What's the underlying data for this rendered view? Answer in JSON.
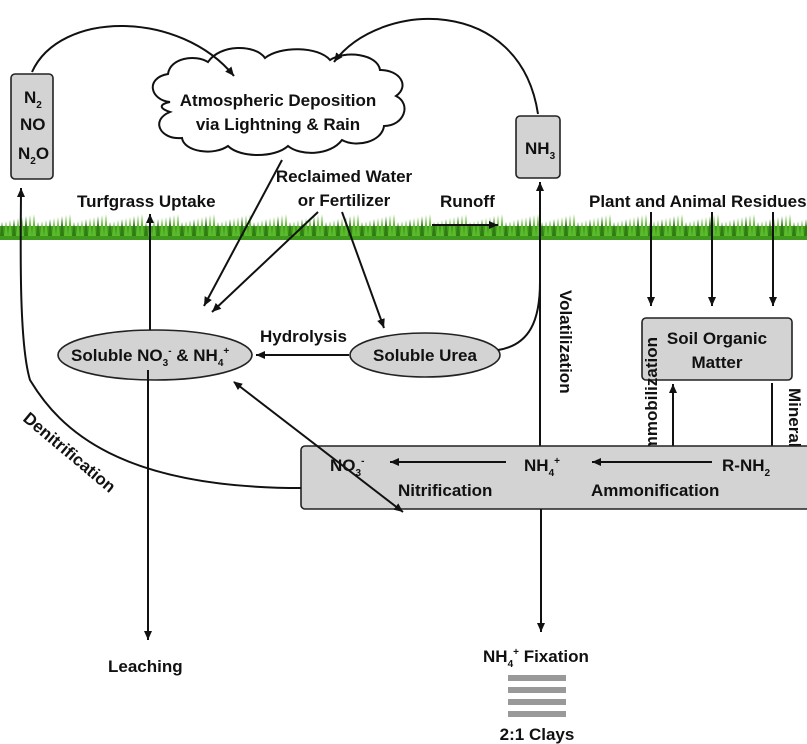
{
  "atmosphere_gases": [
    "N",
    "NO",
    "N",
    "O"
  ],
  "gas_subscripts": [
    "2",
    "2"
  ],
  "cloud": {
    "line1": "Atmospheric Deposition",
    "line2": "via Lightning & Rain"
  },
  "ammonia_box": {
    "main": "NH",
    "sub": "3"
  },
  "surface_labels": {
    "turfgrass_uptake": "Turfgrass Uptake",
    "reclaimed_line1": "Reclaimed Water",
    "reclaimed_line2": "or Fertilizer",
    "runoff": "Runoff",
    "residues": "Plant and Animal Residues"
  },
  "soluble_pool": {
    "part1": "Soluble NO",
    "sub1": "3",
    "sup1": "-",
    "part2": " & NH",
    "sub2": "4",
    "sup2": "+"
  },
  "soluble_urea": "Soluble Urea",
  "hydrolysis": "Hydrolysis",
  "volatilization": "Volatilization",
  "som": {
    "line1": "Soil Organic",
    "line2": "Matter"
  },
  "immobilization": "Immobilization",
  "mineralization": "Mineralization",
  "process_box": {
    "nitrate": "NO",
    "nitrate_sub": "3",
    "nitrate_sup": "-",
    "ammonium": "NH",
    "ammonium_sub": "4",
    "ammonium_sup": "+",
    "rnh": "R-NH",
    "rnh_sub": "2",
    "nitrification": "Nitrification",
    "ammonification": "Ammonification"
  },
  "denitrification": "Denitrification",
  "leaching": "Leaching",
  "fixation": {
    "main": "NH",
    "sub": "4",
    "sup": "+",
    "rest": " Fixation"
  },
  "clays": "2:1 Clays"
}
